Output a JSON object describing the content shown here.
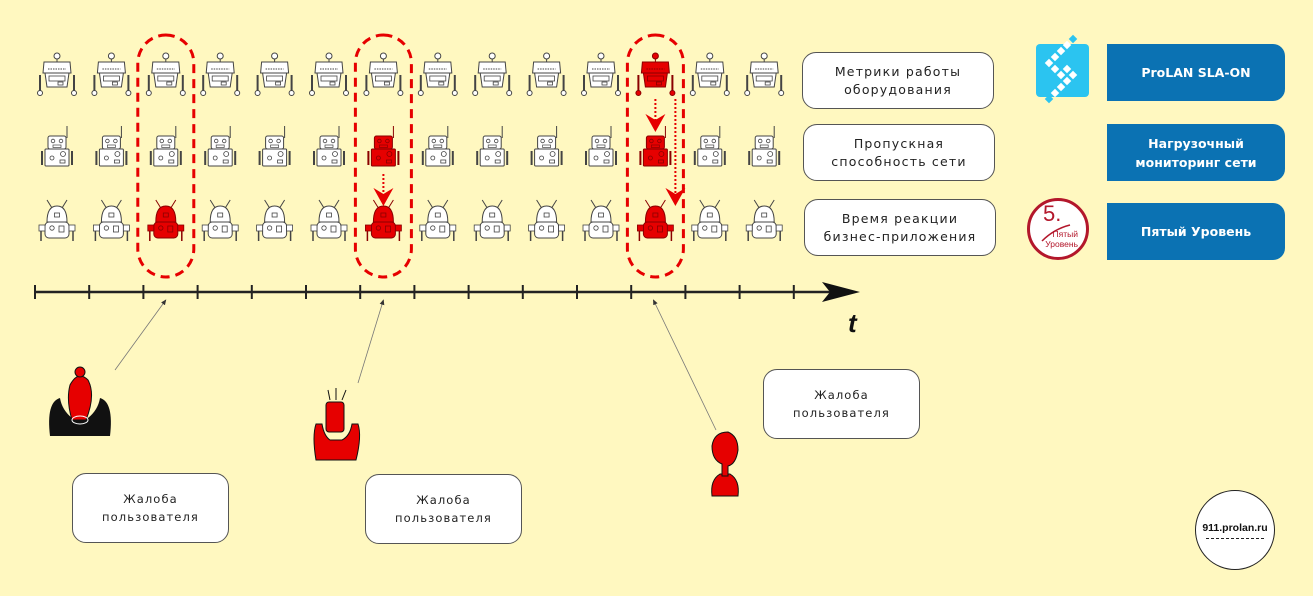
{
  "timeline": {
    "axis_label": "t",
    "column_count": 14,
    "tick_count": 15,
    "rows": [
      {
        "id": "hardware",
        "robot_type": "lightbulb-robot",
        "label": "Метрики работы\nоборудования",
        "failed_columns": [
          12
        ]
      },
      {
        "id": "network",
        "robot_type": "antenna-robot",
        "label": "Пропускная\nспособность сети",
        "failed_columns": [
          7,
          12
        ]
      },
      {
        "id": "application",
        "robot_type": "twin-antenna-robot",
        "label": "Время реакции\nбизнес-приложения",
        "failed_columns": [
          3,
          7,
          12
        ]
      }
    ],
    "incident_groups": [
      {
        "column": 3,
        "propagation": []
      },
      {
        "column": 7,
        "propagation": [
          [
            "network",
            "application"
          ]
        ]
      },
      {
        "column": 12,
        "propagation": [
          [
            "hardware",
            "network"
          ],
          [
            "hardware",
            "application"
          ]
        ]
      }
    ]
  },
  "colors": {
    "background": "#fff8c0",
    "failure": "#e60000",
    "normal_robot": "#ffffff",
    "product_blue": "#0b72b3",
    "sla_logo": "#2bc4f0",
    "level_logo": "#b3172b"
  },
  "products": [
    {
      "name": "ProLAN SLA-ON",
      "icon": "prolan-sla-on-logo"
    },
    {
      "name": "Нагрузочный\nмониторинг сети",
      "icon": ""
    },
    {
      "name": "Пятый Уровень",
      "icon": "fifth-level-logo"
    }
  ],
  "fifth_level_logo": {
    "number": "5.",
    "text": "Пятый\nУровень"
  },
  "complaints": [
    {
      "label": "Жалоба\nпользователя",
      "person": "woman-bun",
      "points_to_column": 3
    },
    {
      "label": "Жалоба\nпользователя",
      "person": "man-tie",
      "points_to_column": 7
    },
    {
      "label": "Жалоба\nпользователя",
      "person": "woman-bob",
      "points_to_column": 12
    }
  ],
  "site_badge": {
    "text": "911.prolan.ru"
  }
}
